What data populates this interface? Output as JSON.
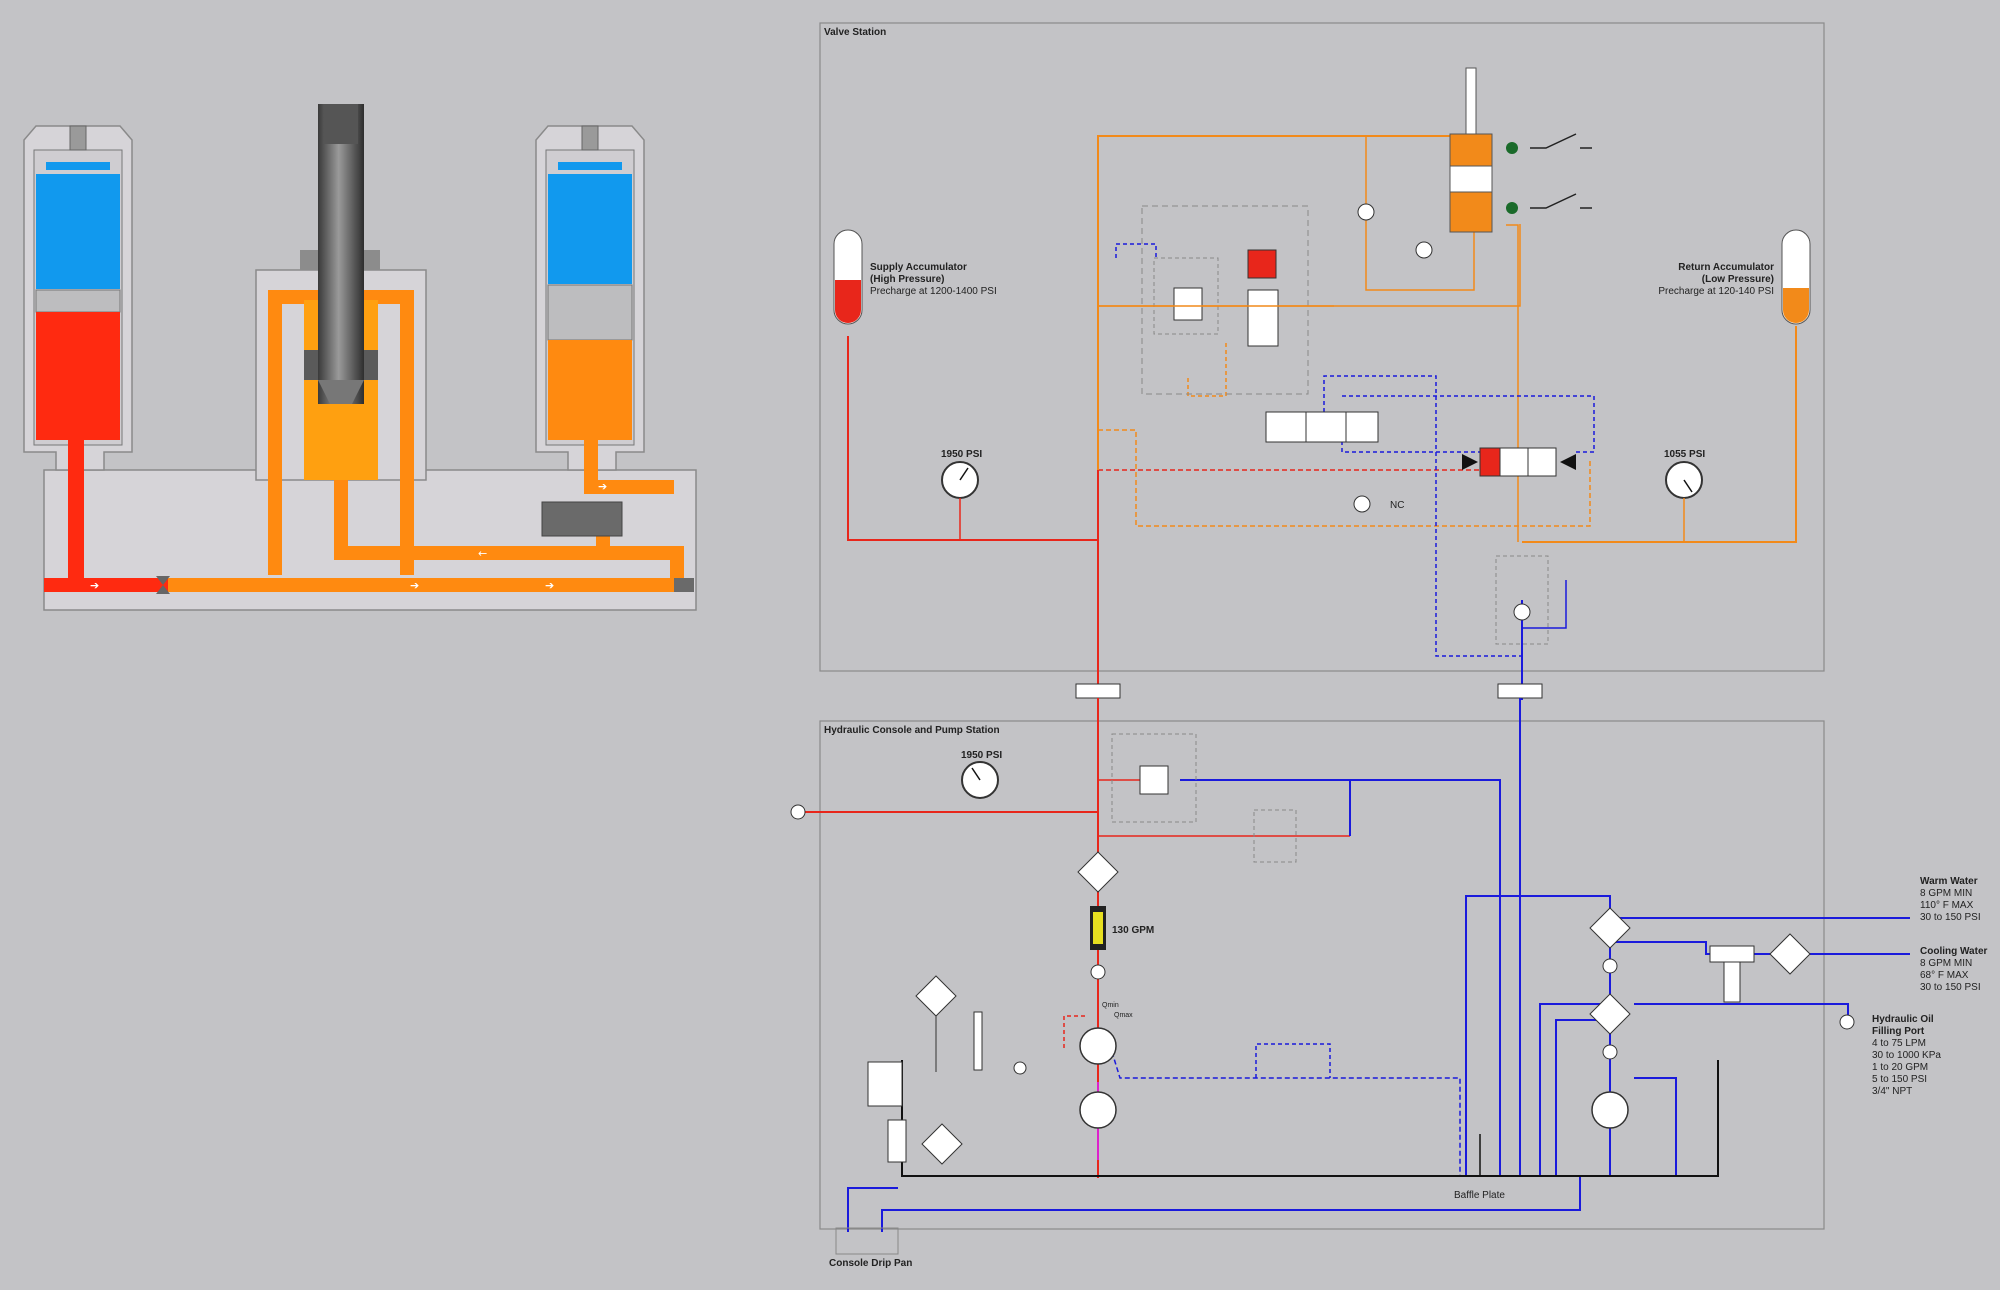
{
  "panels": {
    "valve_station_title": "Valve Station",
    "console_title": "Hydraulic Console and Pump Station"
  },
  "labels": {
    "supply_accumulator": [
      "Supply Accumulator",
      "(High Pressure)",
      "Precharge at 1200-1400 PSI"
    ],
    "return_accumulator": [
      "Return Accumulator",
      "(Low Pressure)",
      "Precharge at 120-140 PSI"
    ],
    "gauge_supply": "1950 PSI",
    "gauge_return": "1055 PSI",
    "gauge_console": "1950 PSI",
    "flow_meter": "130 GPM",
    "q_min": "Qmin",
    "q_max": "Qmax",
    "nc": "NC",
    "baffle_plate": "Baffle Plate",
    "drip_pan": "Console Drip Pan",
    "warm_water": [
      "Warm Water",
      "8 GPM MIN",
      "110° F MAX",
      "30 to 150 PSI"
    ],
    "cooling_water": [
      "Cooling Water",
      "8 GPM MIN",
      "68° F MAX",
      "30 to 150 PSI"
    ],
    "oil_port": [
      "Hydraulic Oil",
      "Filling Port",
      "4 to 75 LPM",
      "30 to 1000 KPa",
      "1 to 20 GPM",
      "5 to 150 PSI",
      "3/4\" NPT"
    ]
  },
  "colors": {
    "background": "#c3c3c6",
    "high_pressure": "#e8261b",
    "return_line": "#f28a1a",
    "water": "#1a1adc",
    "gas_blue": "#1199ee",
    "suction": "#dd22cc"
  }
}
